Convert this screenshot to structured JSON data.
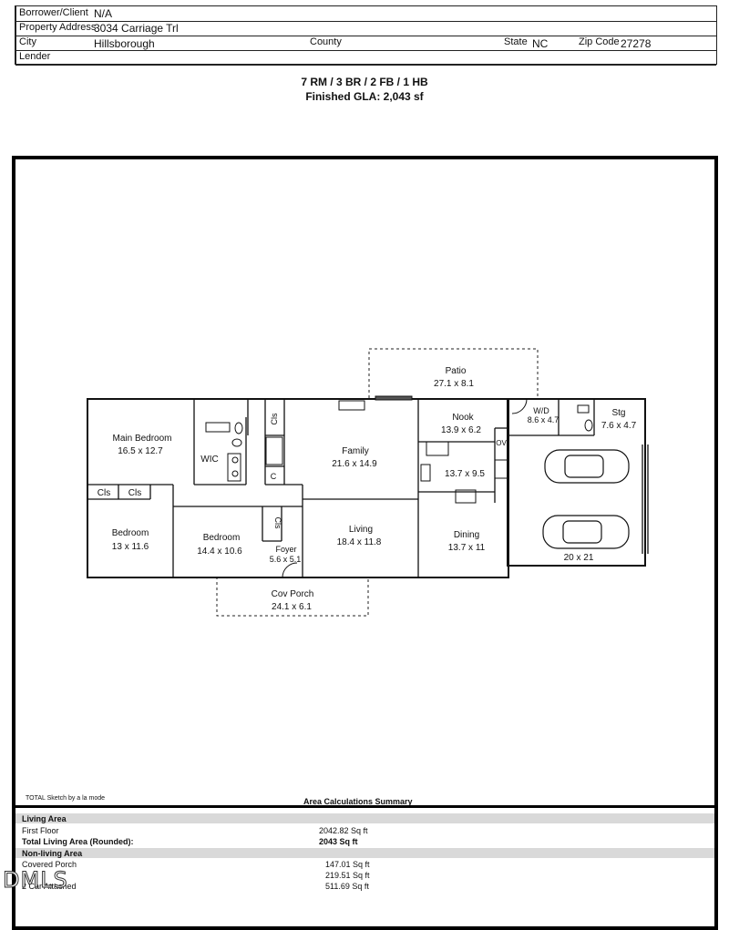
{
  "header": {
    "borrower_label": "Borrower/Client",
    "borrower_value": "N/A",
    "address_label": "Property Address",
    "address_value": "3034 Carriage Trl",
    "city_label": "City",
    "city_value": "Hillsborough",
    "county_label": "County",
    "state_label": "State",
    "state_value": "NC",
    "zip_label": "Zip Code",
    "zip_value": "27278",
    "lender_label": "Lender"
  },
  "summary": {
    "rooms": "7 RM / 3 BR / 2 FB / 1 HB",
    "gla": "Finished GLA: 2,043 sf"
  },
  "rooms": {
    "patio": "Patio",
    "patio_dim": "27.1 x 8.1",
    "main_bedroom": "Main Bedroom",
    "main_bedroom_dim": "16.5 x 12.7",
    "wic": "WIC",
    "cls1": "Cls",
    "cls2": "Cls",
    "cls3": "Cls",
    "c": "C",
    "family": "Family",
    "family_dim": "21.6 x 14.9",
    "nook": "Nook",
    "nook_dim": "13.9 x 6.2",
    "wd": "W/D",
    "wd_dim": "8.6 x 4.7",
    "stg": "Stg",
    "stg_dim": "7.6 x 4.7",
    "ov": "OV",
    "kitchen_dim": "13.7 x 9.5",
    "bedroom1": "Bedroom",
    "bedroom1_dim": "13 x 11.6",
    "bedroom2": "Bedroom",
    "bedroom2_dim": "14.4 x 10.6",
    "cls_vert": "Cls",
    "foyer": "Foyer",
    "foyer_dim": "5.6 x 5.1",
    "living": "Living",
    "living_dim": "18.4 x 11.8",
    "dining": "Dining",
    "dining_dim": "13.7 x 11",
    "garage_dim": "20 x 21",
    "cov_porch": "Cov Porch",
    "cov_porch_dim": "24.1 x 6.1"
  },
  "area_calc": {
    "credit": "TOTAL Sketch by a la mode",
    "title": "Area Calculations Summary",
    "living_area_label": "Living Area",
    "first_floor_label": "First Floor",
    "first_floor_value": "2042.82 Sq ft",
    "total_label": "Total Living Area (Rounded):",
    "total_value": "2043 Sq ft",
    "non_living_label": "Non-living Area",
    "covered_porch_label": "Covered Porch",
    "covered_porch_value": "147.01 Sq ft",
    "patio_value": "219.51 Sq ft",
    "garage_label": "2 Car Attached",
    "garage_value": "511.69 Sq ft"
  },
  "watermark": "DMLS"
}
